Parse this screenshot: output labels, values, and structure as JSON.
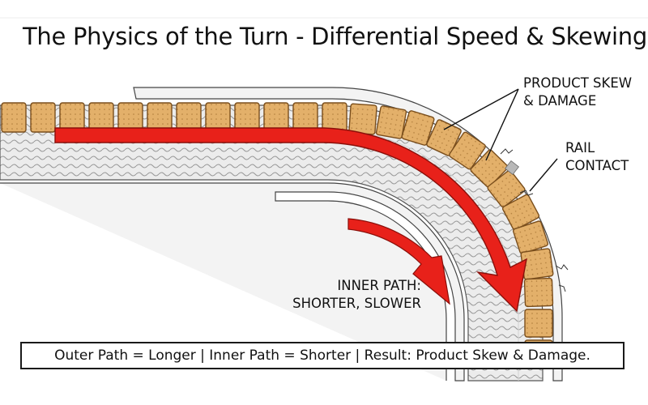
{
  "title": "The Physics of the Turn - Differential Speed & Skewing",
  "labels": {
    "product_skew": [
      "PRODUCT SKEW",
      "& DAMAGE"
    ],
    "rail_contact": [
      "RAIL",
      "CONTACT"
    ],
    "inner_path": [
      "INNER PATH:",
      "SHORTER, SLOWER"
    ]
  },
  "banner": "Outer Path = Longer | Inner Path = Shorter | Result: Product Skew & Damage.",
  "colors": {
    "arrow": "#e8211a",
    "product": "#e0b06a",
    "product_edge": "#8a5a20",
    "belt": "#e6e6e6",
    "rail": "#f4f4f4"
  }
}
